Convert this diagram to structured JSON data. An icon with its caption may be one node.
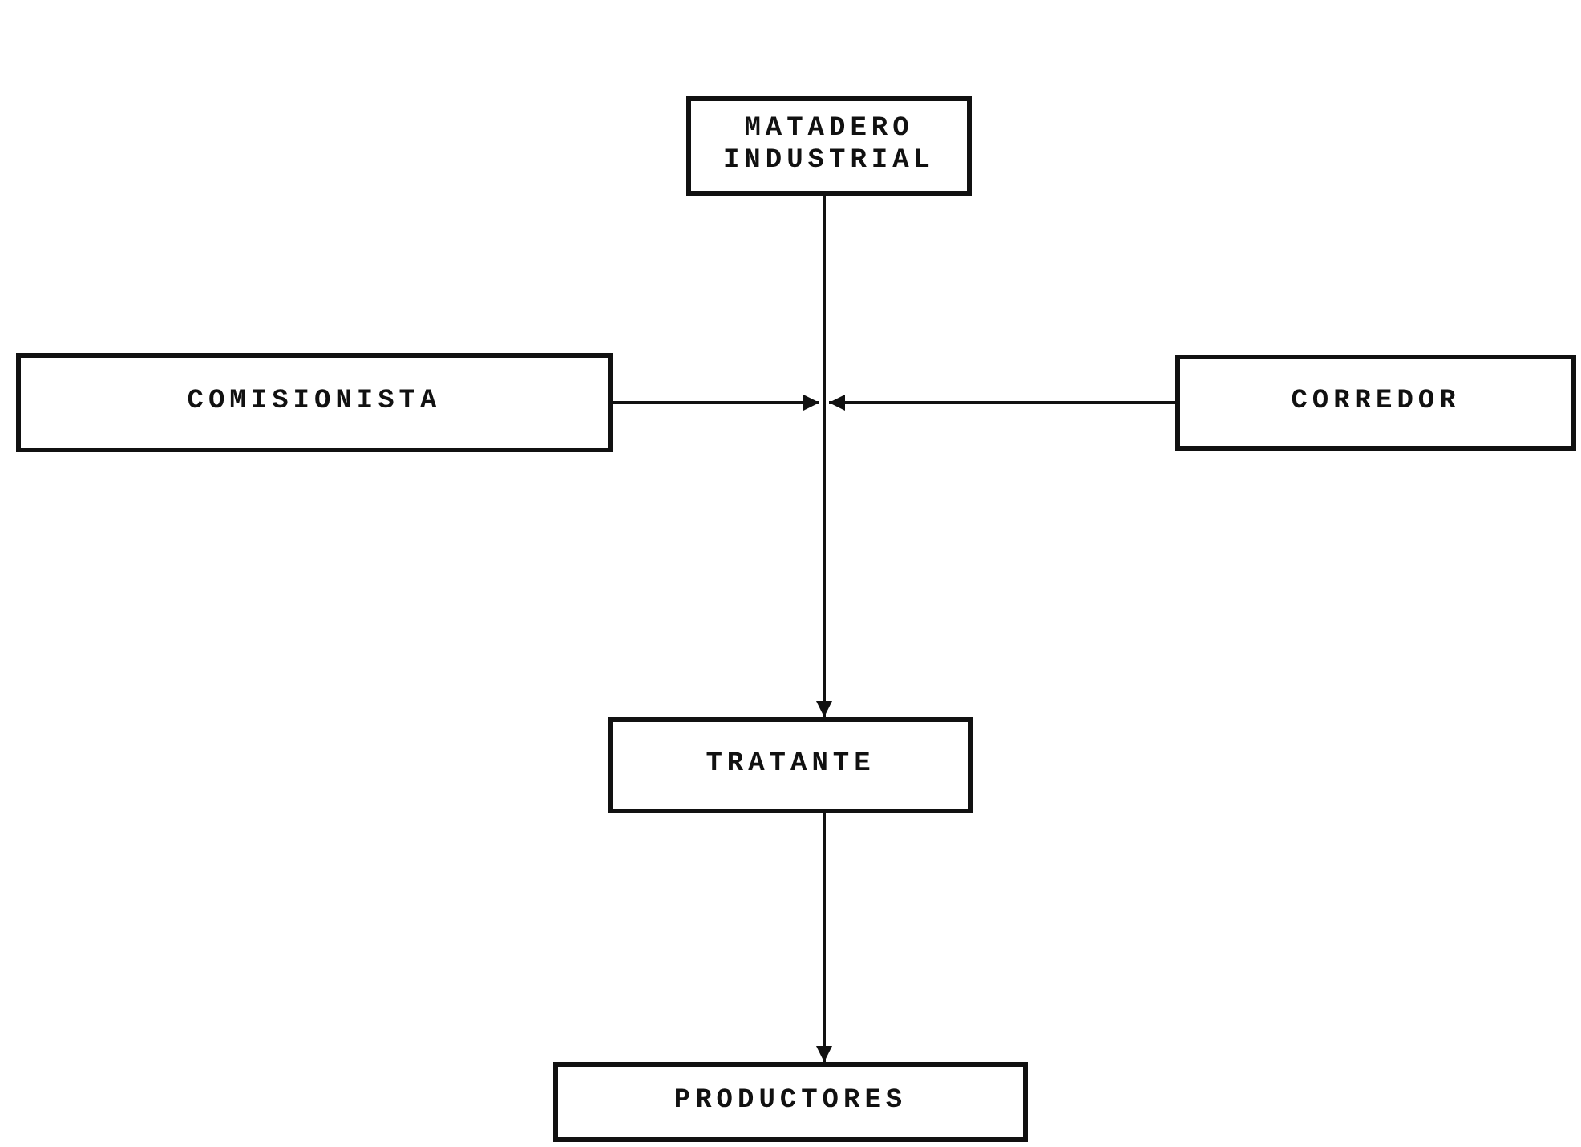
{
  "diagram": {
    "nodes": [
      {
        "text": [
          "MATADERO INDUSTRIAL"
        ]
      },
      {
        "text": [
          "COMISIONISTA"
        ]
      },
      {
        "text": [
          "CORREDOR"
        ]
      },
      {
        "text": [
          "TRATANTE"
        ]
      },
      {
        "text": [
          "PRODUCTORES"
        ]
      }
    ],
    "edges": [
      {
        "from": 0,
        "to": 3,
        "arrow": "to"
      },
      {
        "from": 1,
        "to": null,
        "arrow": "to"
      },
      {
        "from": 2,
        "to": null,
        "arrow": "to"
      },
      {
        "from": 3,
        "to": 4,
        "arrow": "to"
      }
    ]
  }
}
